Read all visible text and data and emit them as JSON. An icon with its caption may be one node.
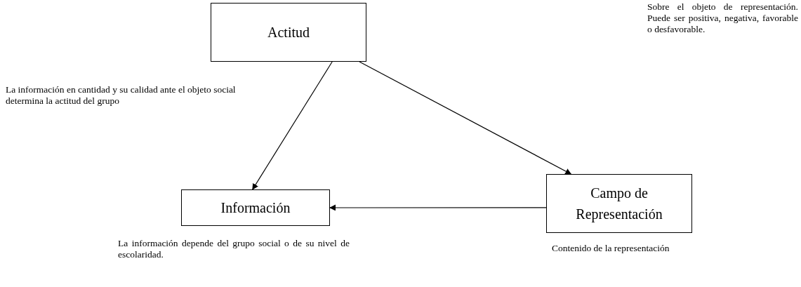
{
  "diagram": {
    "nodes": [
      {
        "text": [
          "Actitud"
        ]
      },
      {
        "text": [
          "Información"
        ],
        "beside": [
          "La información depende del grupo social o de su nivel de escolaridad."
        ]
      },
      {
        "text": [
          "Campo de Representación"
        ],
        "beside": [
          "Contenido de la representación"
        ]
      }
    ],
    "edges": [
      {
        "from": 0,
        "to": 1,
        "arrow": "to"
      },
      {
        "from": 0,
        "to": 2,
        "arrow": "to"
      },
      {
        "from": 2,
        "to": 1,
        "arrow": "to"
      }
    ],
    "labels": [
      "Sobre el objeto de representación. Puede ser positiva, negativa, favorable o desfavorable.",
      "La información en cantidad y su calidad ante el objeto social determina la actitud del grupo"
    ]
  }
}
